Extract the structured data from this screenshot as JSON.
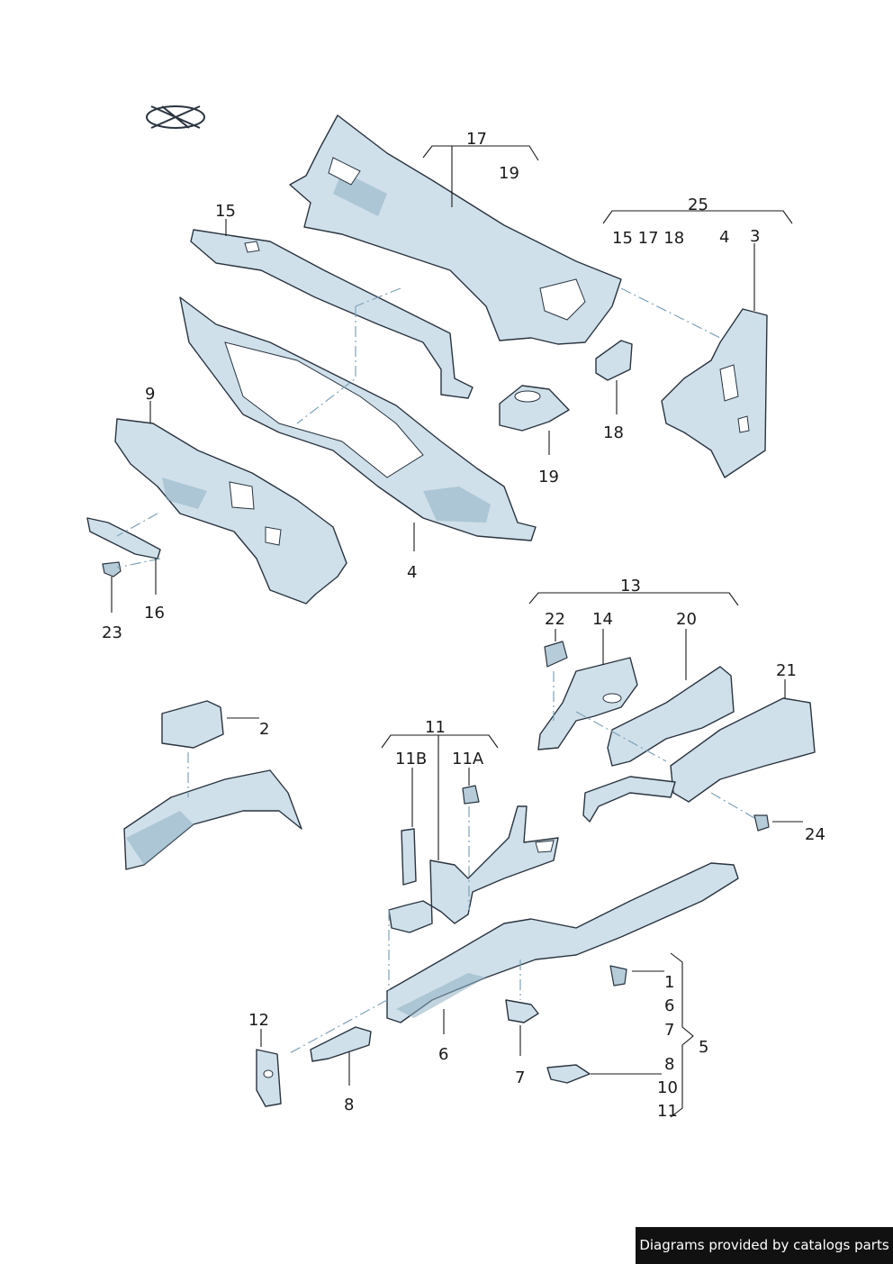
{
  "footer": {
    "text": "Diagrams provided by catalogs parts"
  },
  "labels": {
    "l17": "17",
    "l19a": "19",
    "l25": "25",
    "l15_17_18": "15 17 18",
    "l4top": "4",
    "l3": "3",
    "l15": "15",
    "l9": "9",
    "l18": "18",
    "l19b": "19",
    "l4": "4",
    "l16": "16",
    "l23": "23",
    "l13": "13",
    "l22": "22",
    "l14": "14",
    "l20": "20",
    "l21": "21",
    "l2": "2",
    "l11": "11",
    "l11B": "11B",
    "l11A": "11A",
    "l24": "24",
    "l12": "12",
    "l8": "8",
    "l6": "6",
    "l7": "7",
    "g1": "1",
    "g6": "6",
    "g7": "7",
    "g8": "8",
    "g10": "10",
    "g11": "11",
    "l5": "5"
  },
  "colors": {
    "part_fill": "#cfe0ea",
    "outline": "#2a3440",
    "footer_bg": "#111111"
  }
}
